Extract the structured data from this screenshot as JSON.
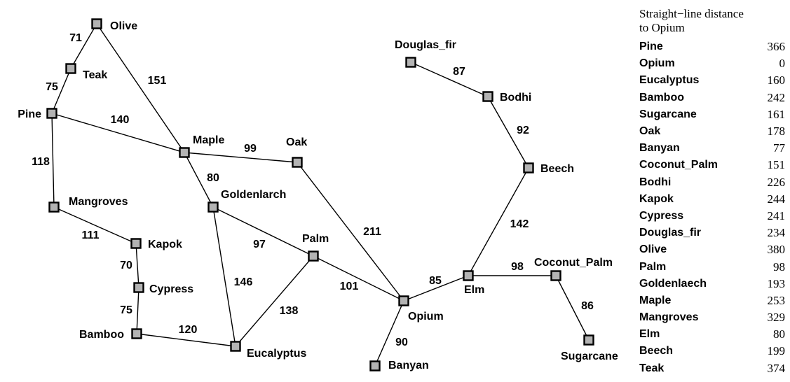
{
  "cities": [
    {
      "id": "olive",
      "name": "Olive"
    },
    {
      "id": "teak",
      "name": "Teak"
    },
    {
      "id": "pine",
      "name": "Pine"
    },
    {
      "id": "maple",
      "name": "Maple"
    },
    {
      "id": "oak",
      "name": "Oak"
    },
    {
      "id": "mangroves",
      "name": "Mangroves"
    },
    {
      "id": "kapok",
      "name": "Kapok"
    },
    {
      "id": "cypress",
      "name": "Cypress"
    },
    {
      "id": "bamboo",
      "name": "Bamboo"
    },
    {
      "id": "goldenlarch",
      "name": "Goldenlarch"
    },
    {
      "id": "palm",
      "name": "Palm"
    },
    {
      "id": "eucalyptus",
      "name": "Eucalyptus"
    },
    {
      "id": "opium",
      "name": "Opium"
    },
    {
      "id": "banyan",
      "name": "Banyan"
    },
    {
      "id": "elm",
      "name": "Elm"
    },
    {
      "id": "coconut_palm",
      "name": "Coconut_Palm"
    },
    {
      "id": "sugarcane",
      "name": "Sugarcane"
    },
    {
      "id": "douglas_fir",
      "name": "Douglas_fir"
    },
    {
      "id": "bodhi",
      "name": "Bodhi"
    },
    {
      "id": "beech",
      "name": "Beech"
    }
  ],
  "edges": [
    {
      "from": "olive",
      "to": "teak",
      "distance": "71"
    },
    {
      "from": "teak",
      "to": "pine",
      "distance": "75"
    },
    {
      "from": "olive",
      "to": "maple",
      "distance": "151"
    },
    {
      "from": "pine",
      "to": "maple",
      "distance": "140"
    },
    {
      "from": "pine",
      "to": "mangroves",
      "distance": "118"
    },
    {
      "from": "maple",
      "to": "oak",
      "distance": "99"
    },
    {
      "from": "maple",
      "to": "goldenlarch",
      "distance": "80"
    },
    {
      "from": "mangroves",
      "to": "kapok",
      "distance": "111"
    },
    {
      "from": "kapok",
      "to": "cypress",
      "distance": "70"
    },
    {
      "from": "cypress",
      "to": "bamboo",
      "distance": "75"
    },
    {
      "from": "bamboo",
      "to": "eucalyptus",
      "distance": "120"
    },
    {
      "from": "goldenlarch",
      "to": "palm",
      "distance": "97"
    },
    {
      "from": "goldenlarch",
      "to": "eucalyptus",
      "distance": "146"
    },
    {
      "from": "palm",
      "to": "eucalyptus",
      "distance": "138"
    },
    {
      "from": "palm",
      "to": "opium",
      "distance": "101"
    },
    {
      "from": "oak",
      "to": "opium",
      "distance": "211"
    },
    {
      "from": "opium",
      "to": "banyan",
      "distance": "90"
    },
    {
      "from": "opium",
      "to": "elm",
      "distance": "85"
    },
    {
      "from": "elm",
      "to": "coconut_palm",
      "distance": "98"
    },
    {
      "from": "coconut_palm",
      "to": "sugarcane",
      "distance": "86"
    },
    {
      "from": "elm",
      "to": "beech",
      "distance": "142"
    },
    {
      "from": "beech",
      "to": "bodhi",
      "distance": "92"
    },
    {
      "from": "bodhi",
      "to": "douglas_fir",
      "distance": "87"
    }
  ],
  "heuristic_table": {
    "title_line1": "Straight−line distance",
    "title_line2": "to Opium",
    "rows": [
      {
        "city": "Pine",
        "distance": "366"
      },
      {
        "city": "Opium",
        "distance": "0"
      },
      {
        "city": "Eucalyptus",
        "distance": "160"
      },
      {
        "city": "Bamboo",
        "distance": "242"
      },
      {
        "city": "Sugarcane",
        "distance": "161"
      },
      {
        "city": "Oak",
        "distance": "178"
      },
      {
        "city": "Banyan",
        "distance": "77"
      },
      {
        "city": "Coconut_Palm",
        "distance": "151"
      },
      {
        "city": "Bodhi",
        "distance": "226"
      },
      {
        "city": "Kapok",
        "distance": "244"
      },
      {
        "city": "Cypress",
        "distance": "241"
      },
      {
        "city": "Douglas_fir",
        "distance": "234"
      },
      {
        "city": "Olive",
        "distance": "380"
      },
      {
        "city": "Palm",
        "distance": "98"
      },
      {
        "city": "Goldenlaech",
        "distance": "193"
      },
      {
        "city": "Maple",
        "distance": "253"
      },
      {
        "city": "Mangroves",
        "distance": "329"
      },
      {
        "city": "Elm",
        "distance": "80"
      },
      {
        "city": "Beech",
        "distance": "199"
      },
      {
        "city": "Teak",
        "distance": "374"
      }
    ]
  }
}
